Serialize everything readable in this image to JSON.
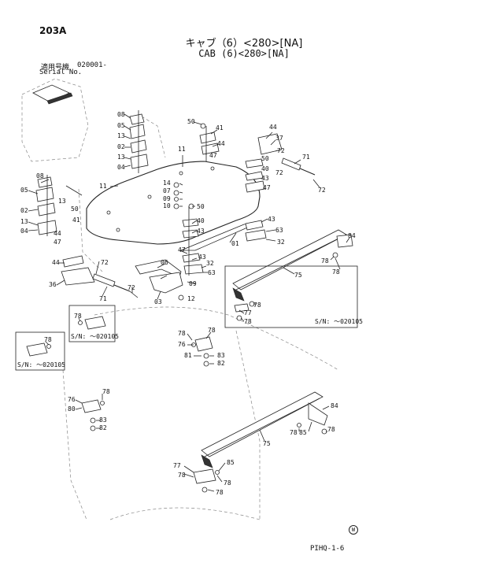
{
  "header": {
    "page_id": "203A",
    "title_jp": "キャブ（6）<280>[NA]",
    "title_en": "CAB (6)<280>[NA]",
    "serial_jp": "適用号機",
    "serial_value": "020001-",
    "serial_en": "Serial No."
  },
  "footer": {
    "page_code": "PIHQ-1-6",
    "mark": "W"
  },
  "callouts": {
    "n01": "01",
    "n02a": "02",
    "n02b": "02",
    "n03": "03",
    "n04a": "04",
    "n04b": "04",
    "n05a": "05",
    "n05b": "05",
    "n06": "06",
    "n07": "07",
    "n08a": "08",
    "n08b": "08",
    "n09a": "09",
    "n09b": "09",
    "n10": "10",
    "n11a": "11",
    "n11b": "11",
    "n12": "12",
    "n13a": "13",
    "n13b": "13",
    "n13c": "13",
    "n13d": "13",
    "n14": "14",
    "n32a": "32",
    "n32b": "32",
    "n36": "36",
    "n37": "37",
    "n40a": "40",
    "n40b": "40",
    "n41a": "41",
    "n41b": "41",
    "n43a": "43",
    "n43b": "43",
    "n43c": "43",
    "n44a": "44",
    "n44b": "44",
    "n44c": "44",
    "n44d": "44",
    "n47a": "47",
    "n47b": "47",
    "n47c": "47",
    "n47d": "47",
    "n50a": "50",
    "n50b": "50",
    "n50c": "50",
    "n50d": "50",
    "n63a": "63",
    "n63b": "63",
    "n71a": "71",
    "n71b": "71",
    "n72a": "72",
    "n72b": "72",
    "n72c": "72",
    "n72d": "72",
    "n75a": "75",
    "n75b": "75",
    "n76a": "76",
    "n76b": "76",
    "n77a": "77",
    "n77b": "77",
    "n78a": "78",
    "n78b": "78",
    "n78c": "78",
    "n78d": "78",
    "n78e": "78",
    "n78f": "78",
    "n78g": "78",
    "n78h": "78",
    "n78i": "78",
    "n78j": "78",
    "n78k": "78",
    "n78l": "78",
    "n78m": "78",
    "n78n": "78",
    "n78o": "78",
    "n80": "80",
    "n81": "81",
    "n82a": "82",
    "n82b": "82",
    "n83a": "83",
    "n83b": "83",
    "n84a": "84",
    "n84b": "84",
    "n85a": "85",
    "n85b": "85"
  },
  "boxes": {
    "box_right_sn": "S/N: ～020105",
    "box_mid_sn": "S/N: ～020105",
    "box_left_sn": "S/N: ～020105"
  }
}
